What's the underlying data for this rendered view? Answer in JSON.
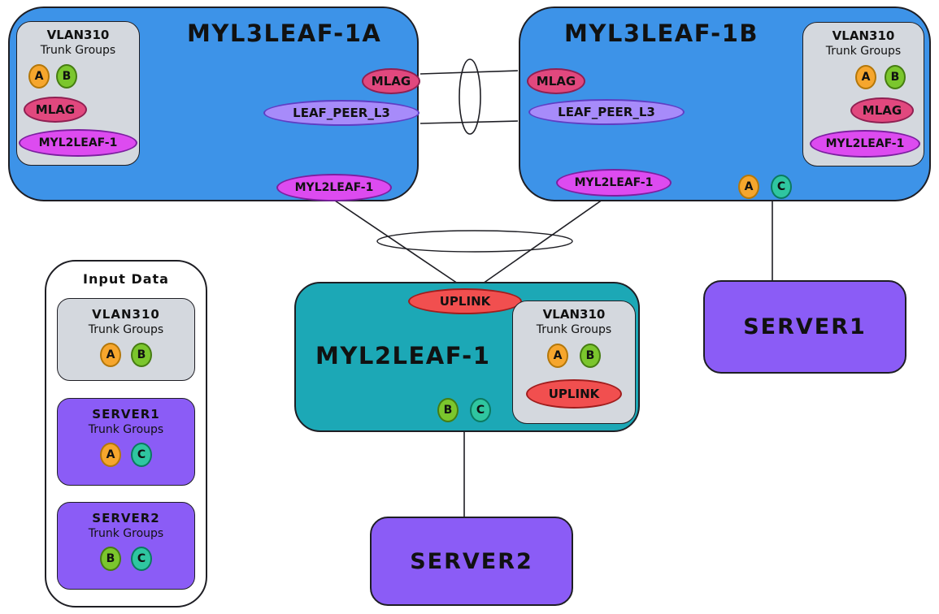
{
  "colors": {
    "blue": "#3d93e8",
    "teal_node": "#1ca8b6",
    "purple_node": "#8b5cf6",
    "gray_panel": "#d4d8de",
    "pink": "#e1487e",
    "magenta": "#dd4bf0",
    "light_purple": "#a78bfa",
    "red": "#f14f4f",
    "badge_a_bg": "#f6a62d",
    "badge_b_bg": "#7bc62d",
    "badge_c_bg": "#2fc6a0",
    "stroke": "#1e1e24"
  },
  "leaf1a": {
    "title": "MYL3LEAF-1A",
    "panel": {
      "title": "VLAN310",
      "subtitle": "Trunk Groups",
      "badge_a": "A",
      "badge_b": "B",
      "mlag": "MLAG",
      "peer": "MYL2LEAF-1"
    },
    "mlag": "MLAG",
    "leaf_peer": "LEAF_PEER_L3",
    "peer_group": "MYL2LEAF-1"
  },
  "leaf1b": {
    "title": "MYL3LEAF-1B",
    "panel": {
      "title": "VLAN310",
      "subtitle": "Trunk Groups",
      "badge_a": "A",
      "badge_b": "B",
      "mlag": "MLAG",
      "peer": "MYL2LEAF-1"
    },
    "mlag": "MLAG",
    "leaf_peer": "LEAF_PEER_L3",
    "peer_group": "MYL2LEAF-1",
    "badge_a": "A",
    "badge_c": "C"
  },
  "leaf2": {
    "title": "MYL2LEAF-1",
    "uplink": "UPLINK",
    "panel": {
      "title": "VLAN310",
      "subtitle": "Trunk Groups",
      "badge_a": "A",
      "badge_b": "B",
      "uplink": "UPLINK"
    },
    "badge_b": "B",
    "badge_c": "C"
  },
  "server1": {
    "title": "SERVER1"
  },
  "server2": {
    "title": "SERVER2"
  },
  "input_panel": {
    "title": "Input Data",
    "groups": [
      {
        "title": "VLAN310",
        "subtitle": "Trunk Groups",
        "badges": [
          "A",
          "B"
        ]
      },
      {
        "title": "SERVER1",
        "subtitle": "Trunk Groups",
        "badges": [
          "A",
          "C"
        ]
      },
      {
        "title": "SERVER2",
        "subtitle": "Trunk Groups",
        "badges": [
          "B",
          "C"
        ]
      }
    ]
  }
}
